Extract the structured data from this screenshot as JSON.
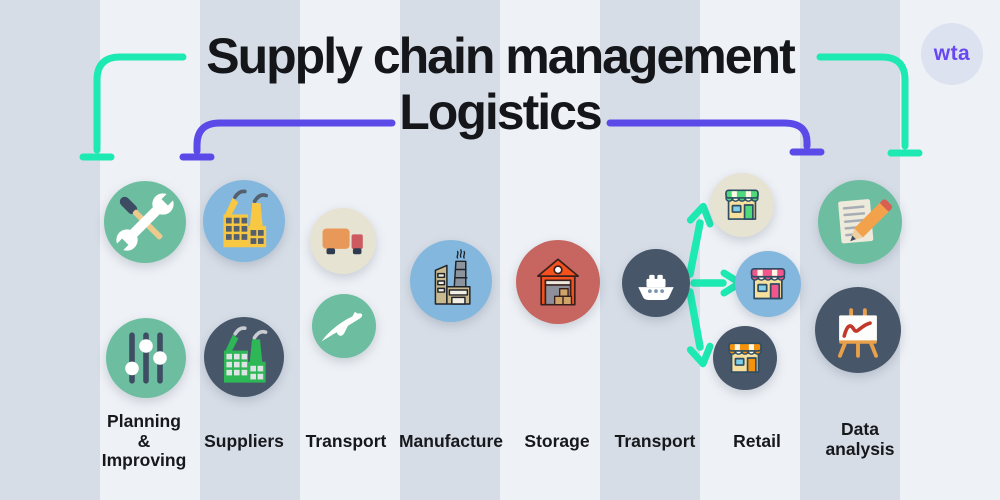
{
  "header": {
    "title": "Supply chain management\nLogistics",
    "logo": "wta"
  },
  "stages": [
    {
      "label": "Planning\n&\nImproving",
      "icons": [
        "tools-icon",
        "sliders-icon"
      ]
    },
    {
      "label": "Suppliers",
      "icons": [
        "factory-yellow-icon",
        "factory-green-icon"
      ]
    },
    {
      "label": "Transport",
      "icons": [
        "truck-icon",
        "airplane-icon"
      ]
    },
    {
      "label": "Manufacture",
      "icons": [
        "factory-outline-icon"
      ]
    },
    {
      "label": "Storage",
      "icons": [
        "warehouse-icon"
      ]
    },
    {
      "label": "Transport",
      "icons": [
        "ship-icon"
      ]
    },
    {
      "label": "Retail",
      "icons": [
        "store-green-icon",
        "store-pink-icon",
        "store-orange-icon"
      ]
    },
    {
      "label": "Data\nanalysis",
      "icons": [
        "notes-pencil-icon",
        "easel-chart-icon"
      ]
    }
  ],
  "connections": {
    "scm_bracket": {
      "color": "#1de9b2",
      "spans": "Planning & Improving → Data analysis"
    },
    "logistics_bracket": {
      "color": "#5b49e8",
      "spans": "Suppliers → Retail"
    },
    "ship_to_retail_arrows": {
      "color": "#1de9b2",
      "count": 3
    }
  },
  "colors": {
    "stripe_dark": "#d6dde7",
    "stripe_light": "#eef1f6",
    "title_text": "#15161a",
    "accent_teal": "#1de9b2",
    "accent_purple": "#5b49e8",
    "logo_bg": "#dce2f0",
    "logo_text": "#6847f0",
    "circle_green": "#6dbea0",
    "circle_blue": "#83b7de",
    "circle_slate": "#475669",
    "circle_beige": "#e6e3d2",
    "circle_red": "#c76560"
  }
}
